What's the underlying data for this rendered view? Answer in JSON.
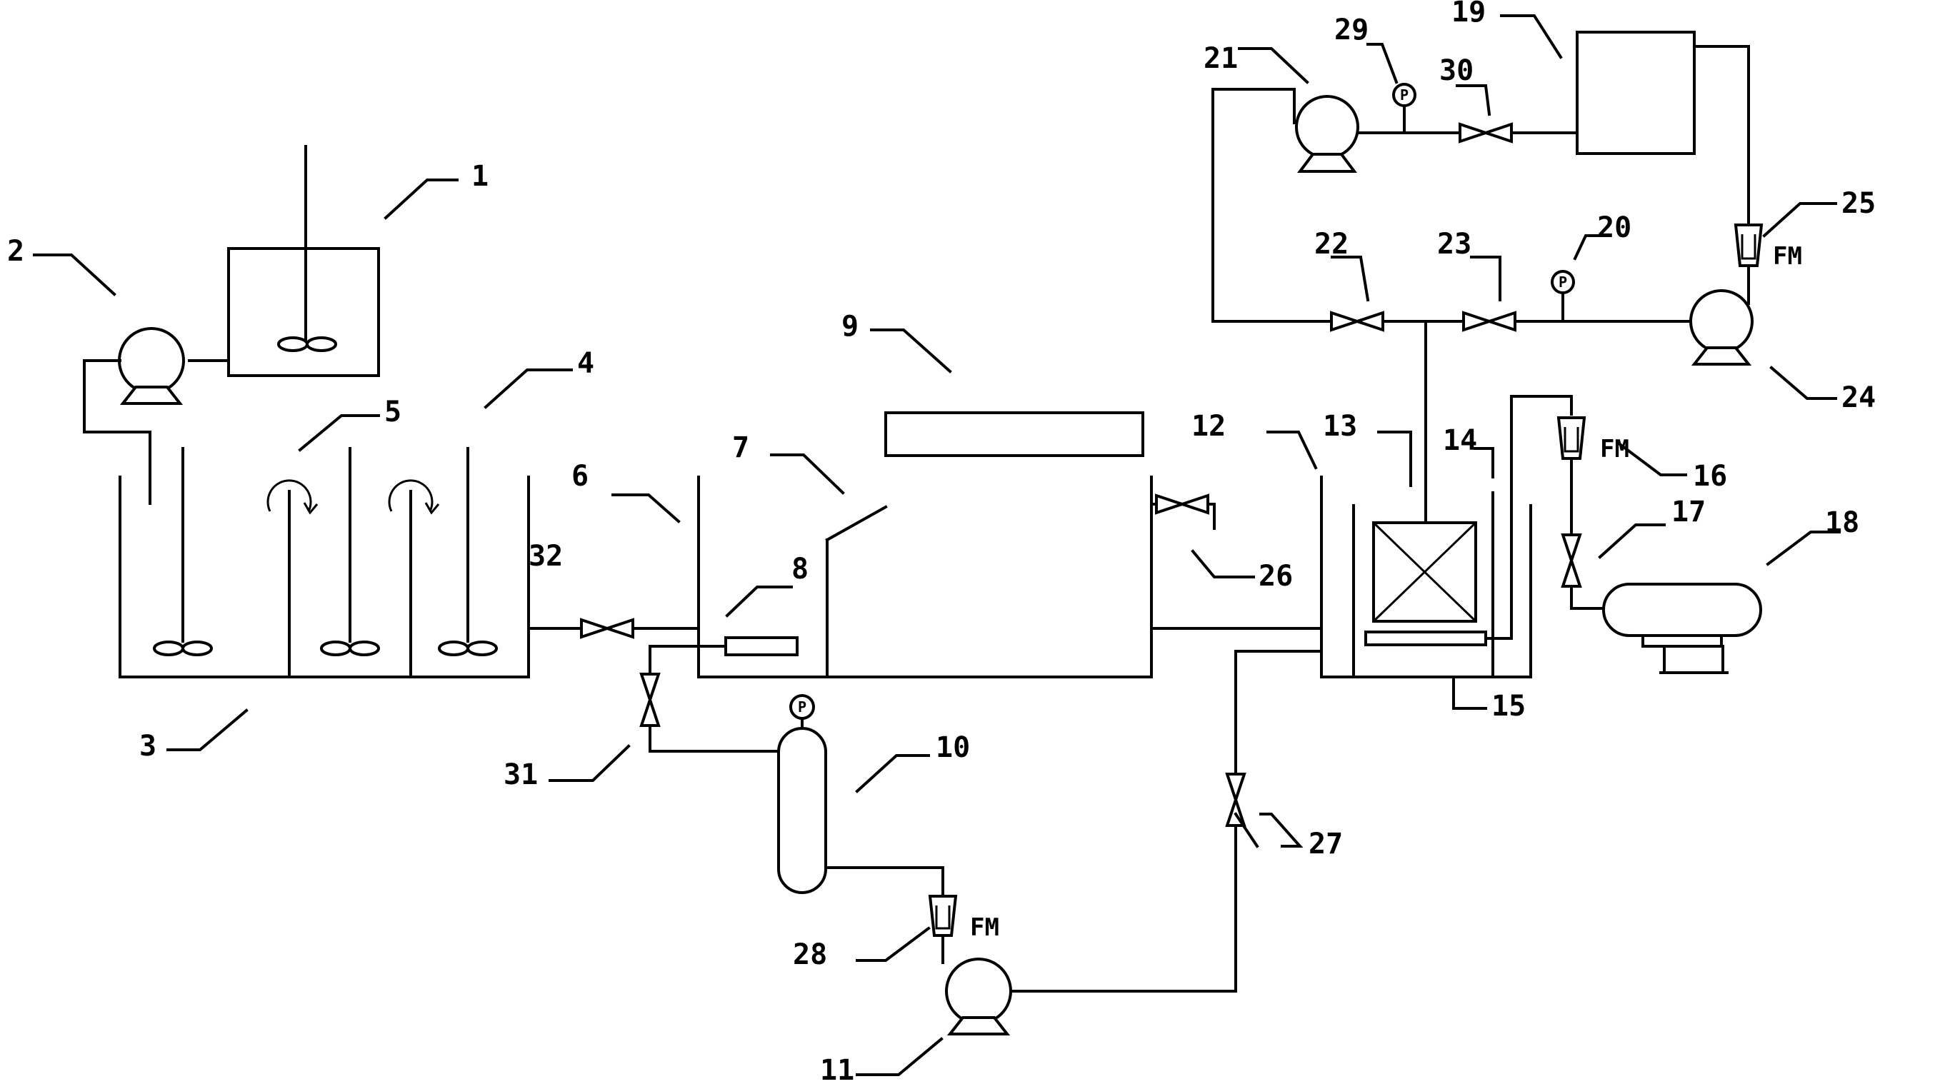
{
  "labels": {
    "n1": "1",
    "n2": "2",
    "n3": "3",
    "n4": "4",
    "n5": "5",
    "n6": "6",
    "n7": "7",
    "n8": "8",
    "n9": "9",
    "n10": "10",
    "n11": "11",
    "n12": "12",
    "n13": "13",
    "n14": "14",
    "n15": "15",
    "n16": "16",
    "n17": "17",
    "n18": "18",
    "n19": "19",
    "n20": "20",
    "n21": "21",
    "n22": "22",
    "n23": "23",
    "n24": "24",
    "n25": "25",
    "n26": "26",
    "n27": "27",
    "n28": "28",
    "n29": "29",
    "n30": "30",
    "n31": "31",
    "n32": "32"
  },
  "flowmeter": {
    "text": "FM"
  },
  "gauge": {
    "text": "P"
  }
}
